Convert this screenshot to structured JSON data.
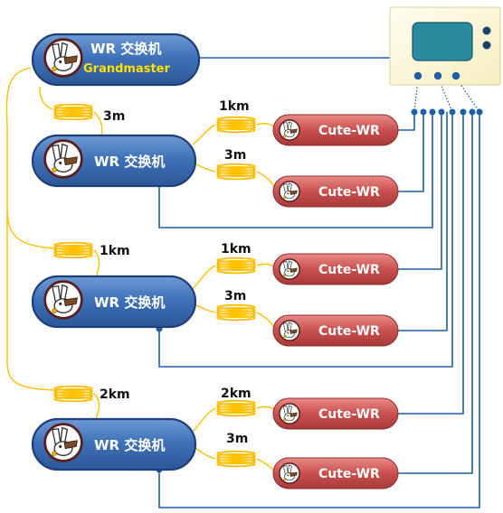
{
  "switch_label": "WR 交换机",
  "grandmaster_label": "Grandmaster",
  "node_label": "Cute-WR",
  "fibers": {
    "gm_to_sw1": "3m",
    "sw1_to_cute1": "1km",
    "sw1_to_cute2": "3m",
    "gm_to_sw2": "1km",
    "sw2_to_cute1": "1km",
    "sw2_to_cute2": "3m",
    "gm_to_sw3": "2km",
    "sw3_to_cute1": "2km",
    "sw3_to_cute2": "3m"
  },
  "colors": {
    "switch_fill": "#3d6fb5",
    "switch_border": "#1f3f7a",
    "cute_fill": "#c9504f",
    "fiber_yellow": "#ffc000",
    "cable_blue": "#1f5fa8",
    "grandmaster_text": "#ffe000",
    "instrument_frame": "#fff8d8",
    "instrument_screen": "#2a8a9e"
  }
}
